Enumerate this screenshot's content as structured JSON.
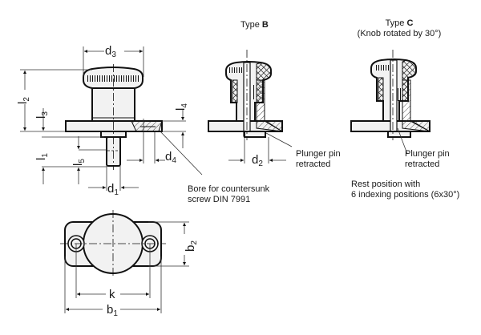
{
  "views": {
    "main": {
      "dimensions": {
        "d3": {
          "base": "d",
          "sub": "3"
        },
        "l2": {
          "base": "l",
          "sub": "2"
        },
        "l3": {
          "base": "l",
          "sub": "3"
        },
        "l4": {
          "base": "l",
          "sub": "4"
        },
        "l1": {
          "base": "l",
          "sub": "1"
        },
        "l5": {
          "base": "l",
          "sub": "5"
        },
        "d4": {
          "base": "d",
          "sub": "4"
        },
        "d1": {
          "base": "d",
          "sub": "1"
        }
      },
      "callout_bore": {
        "line1": "Bore for countersunk",
        "line2": "screw DIN 7991"
      }
    },
    "type_b": {
      "title_prefix": "Type ",
      "title_letter": "B",
      "dimension_d2": {
        "base": "d",
        "sub": "2"
      },
      "callout": {
        "line1": "Plunger pin",
        "line2": "retracted"
      }
    },
    "type_c": {
      "title_prefix": "Type ",
      "title_letter": "C",
      "subtitle": "(Knob rotated by 30°)",
      "callout": {
        "line1": "Plunger pin",
        "line2": "retracted"
      },
      "note": {
        "line1": "Rest position with",
        "line2": "6 indexing positions (6x30°)"
      }
    },
    "top_view": {
      "dimensions": {
        "b2": {
          "base": "b",
          "sub": "2"
        },
        "k": {
          "base": "k",
          "sub": ""
        },
        "b1": {
          "base": "b",
          "sub": "1"
        }
      }
    }
  },
  "colors": {
    "line": "#111111",
    "fill": "#f2f2f2",
    "dim_line": "#333333"
  }
}
